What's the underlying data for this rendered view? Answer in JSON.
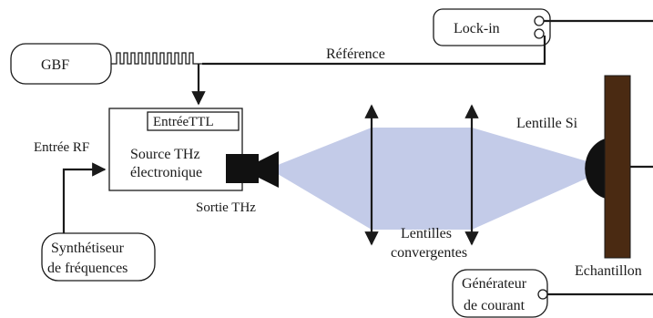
{
  "labels": {
    "lockin": "Lock-in",
    "gbf": "GBF",
    "reference": "Référence",
    "entree_ttl": "EntréeTTL",
    "source_line1": "Source THz",
    "source_line2": "électronique",
    "entree_rf": "Entrée RF",
    "sortie_thz": "Sortie THz",
    "synth_line1": "Synthétiseur",
    "synth_line2": "de fréquences",
    "lentilles_line1": "Lentilles",
    "lentilles_line2": "convergentes",
    "lentille_si": "Lentille Si",
    "echantillon": "Echantillon",
    "gen_line1": "Générateur",
    "gen_line2": "de courant"
  },
  "colors": {
    "beam": "#c3cbe8",
    "sample": "#4a2a12",
    "line": "#1a1a1a",
    "horn": "#111111"
  }
}
